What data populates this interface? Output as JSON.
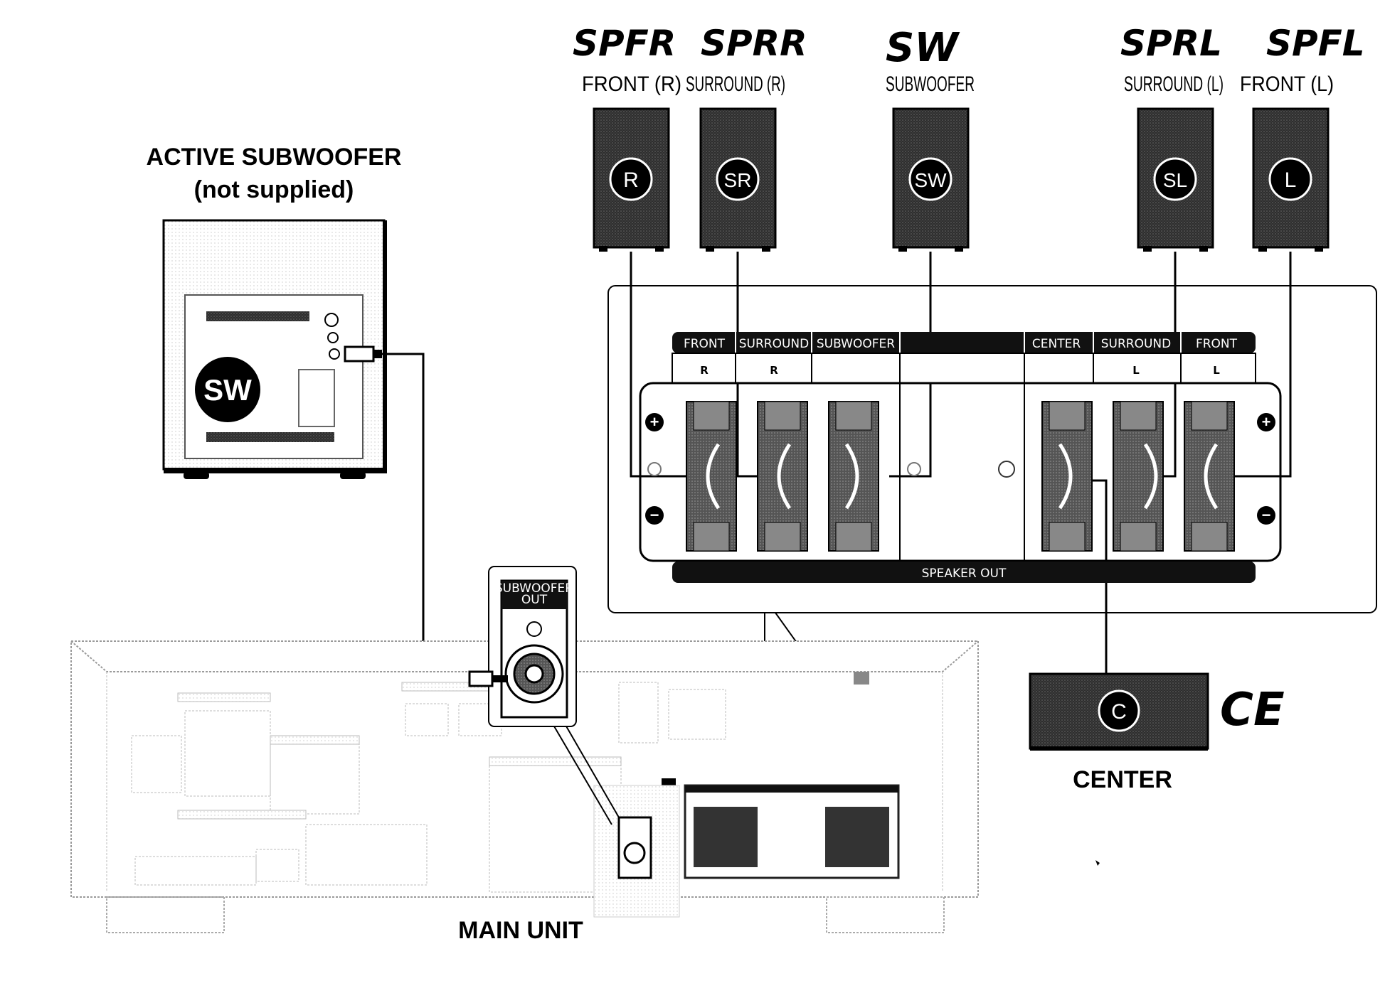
{
  "handwritten": {
    "spfr": "SPFR",
    "sprr": "SPRR",
    "sw": "SW",
    "sprl": "SPRL",
    "spfl": "SPFL",
    "ce": "CE"
  },
  "speaker_labels": {
    "front_r": "FRONT (R)",
    "surround_r": "SURROUND (R)",
    "subwoofer": "SUBWOOFER",
    "surround_l": "SURROUND (L)",
    "front_l": "FRONT (L)",
    "center": "CENTER"
  },
  "speaker_badges": {
    "r": "R",
    "sr": "SR",
    "sw": "SW",
    "sl": "SL",
    "l": "L",
    "c": "C",
    "active_sw": "SW"
  },
  "active_subwoofer": {
    "line1": "ACTIVE SUBWOOFER",
    "line2": "(not supplied)"
  },
  "main_unit": "MAIN UNIT",
  "subwoofer_out": {
    "line1": "SUBWOOFER",
    "line2": "OUT"
  },
  "terminal_panel": {
    "front": "FRONT",
    "surround": "SURROUND",
    "subwoofer": "SUBWOOFER",
    "center": "CENTER",
    "surround_l": "SURROUND",
    "front_l": "FRONT",
    "r1": "R",
    "r2": "R",
    "l1": "L",
    "l2": "L",
    "plus": "+",
    "minus": "−",
    "speaker_out": "SPEAKER OUT"
  },
  "colors": {
    "speaker_body": "#3a3a3a",
    "terminal_dark": "#1a1a1a",
    "unit_stroke": "#9a9a9a"
  }
}
